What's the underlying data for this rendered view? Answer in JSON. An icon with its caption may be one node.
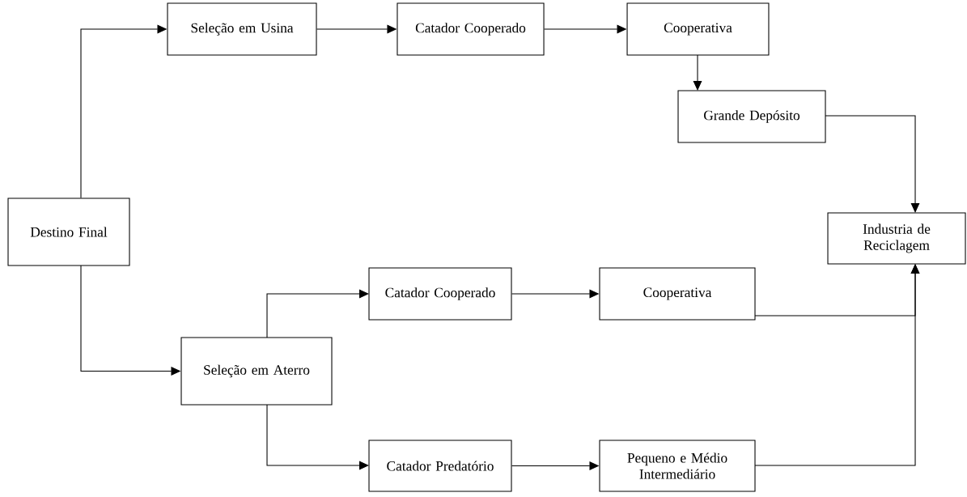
{
  "diagram": {
    "nodes": [
      {
        "text": [
          "Destino Final"
        ]
      },
      {
        "text": [
          "Seleção em Usina"
        ]
      },
      {
        "text": [
          "Catador Cooperado"
        ]
      },
      {
        "text": [
          "Cooperativa"
        ]
      },
      {
        "text": [
          "Grande Depósito"
        ]
      },
      {
        "text": [
          "Industria de Reciclagem"
        ]
      },
      {
        "text": [
          "Catador Cooperado"
        ]
      },
      {
        "text": [
          "Cooperativa"
        ]
      },
      {
        "text": [
          "Seleção em Aterro"
        ]
      },
      {
        "text": [
          "Catador Predatório"
        ]
      },
      {
        "text": [
          "Pequeno e Médio Intermediário"
        ]
      }
    ],
    "edges": [
      {
        "from": 0,
        "to": 1,
        "arrow": "to"
      },
      {
        "from": 1,
        "to": 2,
        "arrow": "to"
      },
      {
        "from": 2,
        "to": 3,
        "arrow": "to"
      },
      {
        "from": 3,
        "to": 4,
        "arrow": "to"
      },
      {
        "from": 4,
        "to": 5,
        "arrow": "to"
      },
      {
        "from": 0,
        "to": 8,
        "arrow": "to"
      },
      {
        "from": 8,
        "to": 6,
        "arrow": "to"
      },
      {
        "from": 8,
        "to": 9,
        "arrow": "to"
      },
      {
        "from": 6,
        "to": 7,
        "arrow": "to"
      },
      {
        "from": 7,
        "to": 5,
        "arrow": "to"
      },
      {
        "from": 9,
        "to": 10,
        "arrow": "to"
      },
      {
        "from": 10,
        "to": 5,
        "arrow": "to"
      }
    ]
  }
}
